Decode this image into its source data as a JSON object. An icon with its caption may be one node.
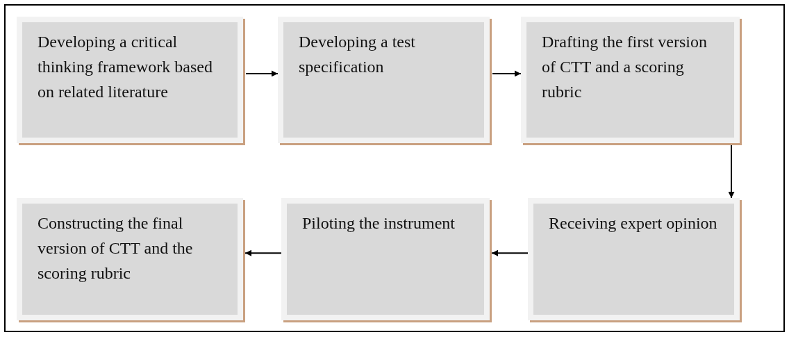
{
  "diagram": {
    "nodes": [
      {
        "text": [
          "Developing a critical thinking framework based on related literature"
        ]
      },
      {
        "text": [
          "Developing a test specification"
        ]
      },
      {
        "text": [
          "Drafting the first version of CTT and a scoring rubric"
        ]
      },
      {
        "text": [
          "Constructing the final version of CTT and the scoring rubric"
        ]
      },
      {
        "text": [
          "Piloting the instrument"
        ]
      },
      {
        "text": [
          "Receiving expert opinion"
        ]
      }
    ],
    "edges": [
      {
        "from": 0,
        "to": 1,
        "arrow": "to"
      },
      {
        "from": 1,
        "to": 2,
        "arrow": "to"
      },
      {
        "from": 2,
        "to": 5,
        "arrow": "to"
      },
      {
        "from": 5,
        "to": 4,
        "arrow": "to"
      },
      {
        "from": 4,
        "to": 3,
        "arrow": "to"
      }
    ]
  }
}
